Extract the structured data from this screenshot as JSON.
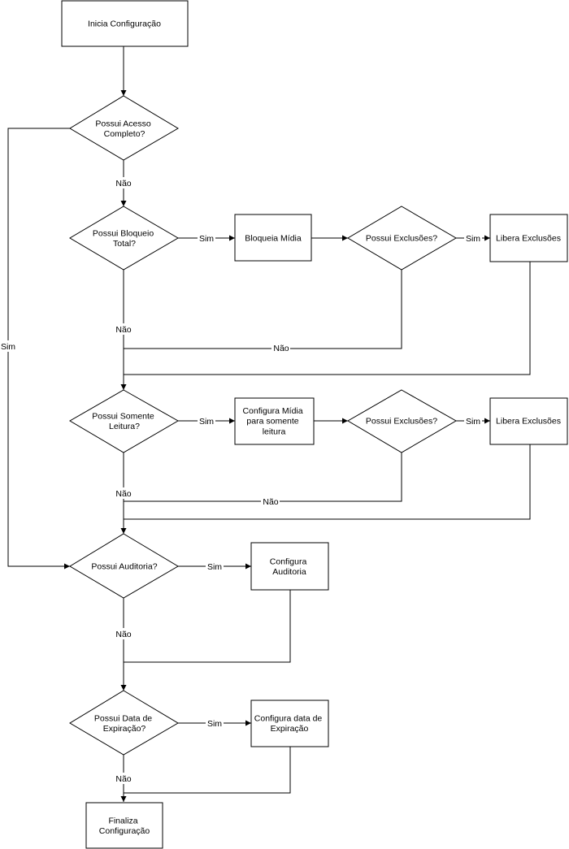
{
  "nodes": {
    "inicia": [
      "Inicia Configuração"
    ],
    "acesso": [
      "Possui Acesso",
      "Completo?"
    ],
    "bloqueio": [
      "Possui Bloqueio",
      "Total?"
    ],
    "bloqueia_midia": [
      "Bloqueia Mídia"
    ],
    "exclusoes_1": [
      "Possui Exclusões?"
    ],
    "libera_1": [
      "Libera Exclusões"
    ],
    "somente_leitura": [
      "Possui Somente",
      "Leitura?"
    ],
    "configura_midia": [
      "Configura Mídia",
      "para somente",
      "leitura"
    ],
    "exclusoes_2": [
      "Possui Exclusões?"
    ],
    "libera_2": [
      "Libera Exclusões"
    ],
    "auditoria": [
      "Possui Auditoria?"
    ],
    "configura_auditoria": [
      "Configura",
      "Auditoria"
    ],
    "expiracao": [
      "Possui Data de",
      "Expiração?"
    ],
    "configura_expiracao": [
      "Configura data de",
      "Expiração"
    ],
    "finaliza": [
      "Finaliza",
      "Configuração"
    ]
  },
  "edge_labels": {
    "acesso_sim": "Sim",
    "acesso_nao": "Não",
    "bloqueio_sim": "Sim",
    "bloqueio_nao": "Não",
    "exclusoes_1_sim": "Sim",
    "exclusoes_1_nao": "Não",
    "leitura_sim": "Sim",
    "leitura_nao": "Não",
    "exclusoes_2_sim": "Sim",
    "exclusoes_2_nao": "Não",
    "auditoria_sim": "Sim",
    "auditoria_nao": "Não",
    "expiracao_sim": "Sim",
    "expiracao_nao": "Não"
  }
}
